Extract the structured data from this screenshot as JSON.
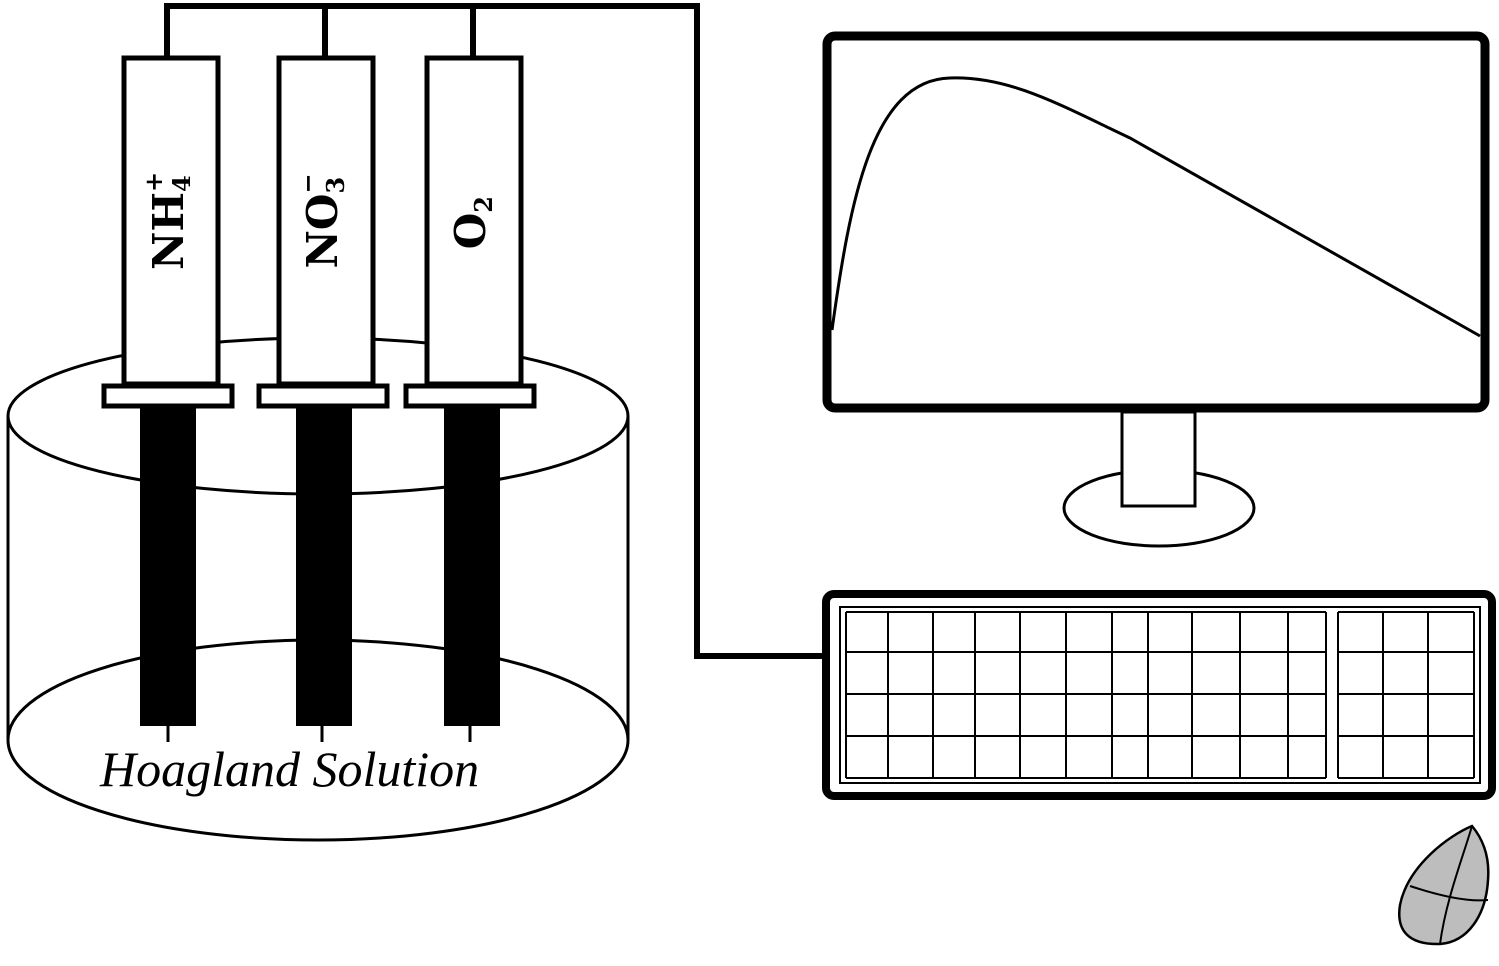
{
  "electrodes": [
    {
      "id": "nh4",
      "base": "NH",
      "subscript": "4",
      "superscript": "+"
    },
    {
      "id": "no3",
      "base": "NO",
      "subscript": "3",
      "superscript": "−"
    },
    {
      "id": "o2",
      "base": "O",
      "subscript": "2",
      "superscript": ""
    }
  ],
  "container": {
    "label": "Hoagland Solution"
  },
  "monitor": {
    "curve": "rise-then-decline"
  },
  "colors": {
    "line": "#000000",
    "background": "#ffffff",
    "leaf": "#bdbdbd"
  }
}
